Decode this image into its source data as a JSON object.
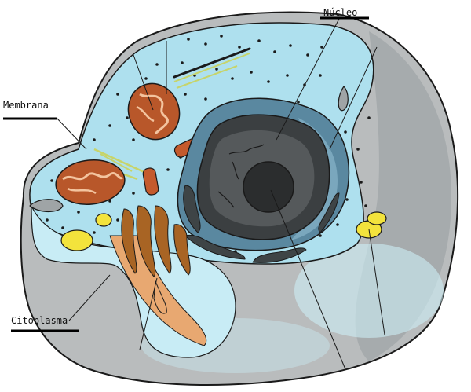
{
  "labels": {
    "nucleo": "Núcleo",
    "membrana": "Membrana",
    "citoplasma": "Citoplasma"
  },
  "colors": {
    "cell_outer": "#b9bcbd",
    "cell_outer_dark": "#9fa4a6",
    "cytoplasm": "#aee0ee",
    "cytoplasm_light": "#c8ecf5",
    "nucleus_envelope": "#5a88a0",
    "nucleus_dark": "#3b3f41",
    "nucleolus": "#2b2d2e",
    "mitochondria": "#b8572a",
    "golgi_dark": "#a86424",
    "golgi_light": "#e8a871",
    "vesicle": "#f3e33c",
    "fiber": "#c7d46a"
  },
  "icons": [
    "nucleus-icon",
    "mitochondrion-icon",
    "golgi-apparatus-icon",
    "vesicle-icon",
    "ribosome-dot-icon"
  ]
}
